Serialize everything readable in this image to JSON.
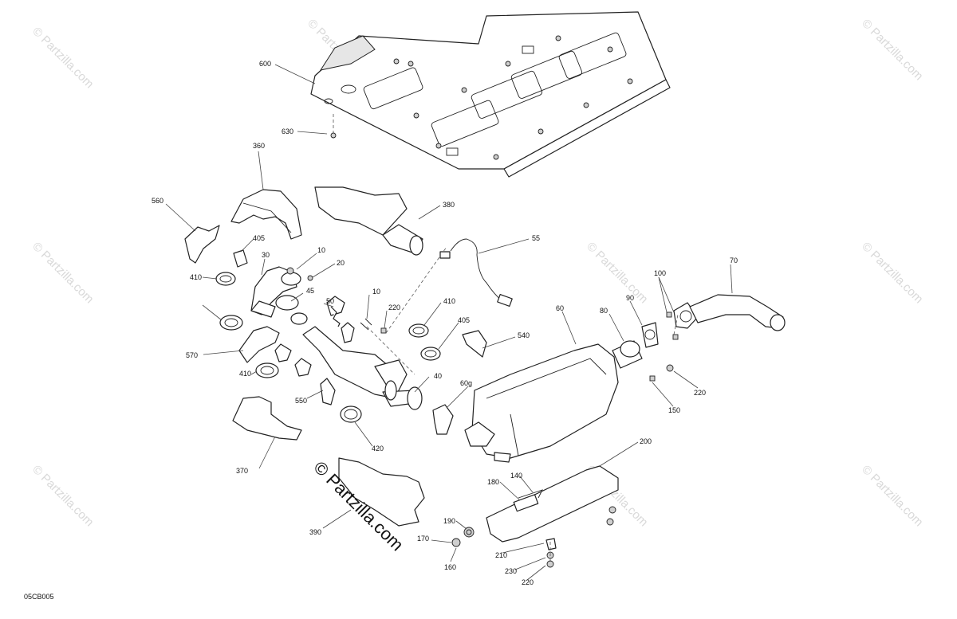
{
  "watermark": "© Partzilla.com",
  "brand_mark": "© Partzilla.com",
  "diagram_ref": "05CB005",
  "callouts": [
    "600",
    "630",
    "360",
    "380",
    "560",
    "405",
    "30",
    "10",
    "20",
    "55",
    "70",
    "100",
    "410",
    "45",
    "50",
    "10",
    "220",
    "410",
    "60",
    "80",
    "90",
    "405",
    "540",
    "570",
    "410",
    "40",
    "60g",
    "220",
    "150",
    "550",
    "420",
    "370",
    "200",
    "180",
    "140",
    "390",
    "190",
    "170",
    "160",
    "210",
    "230",
    "220"
  ]
}
